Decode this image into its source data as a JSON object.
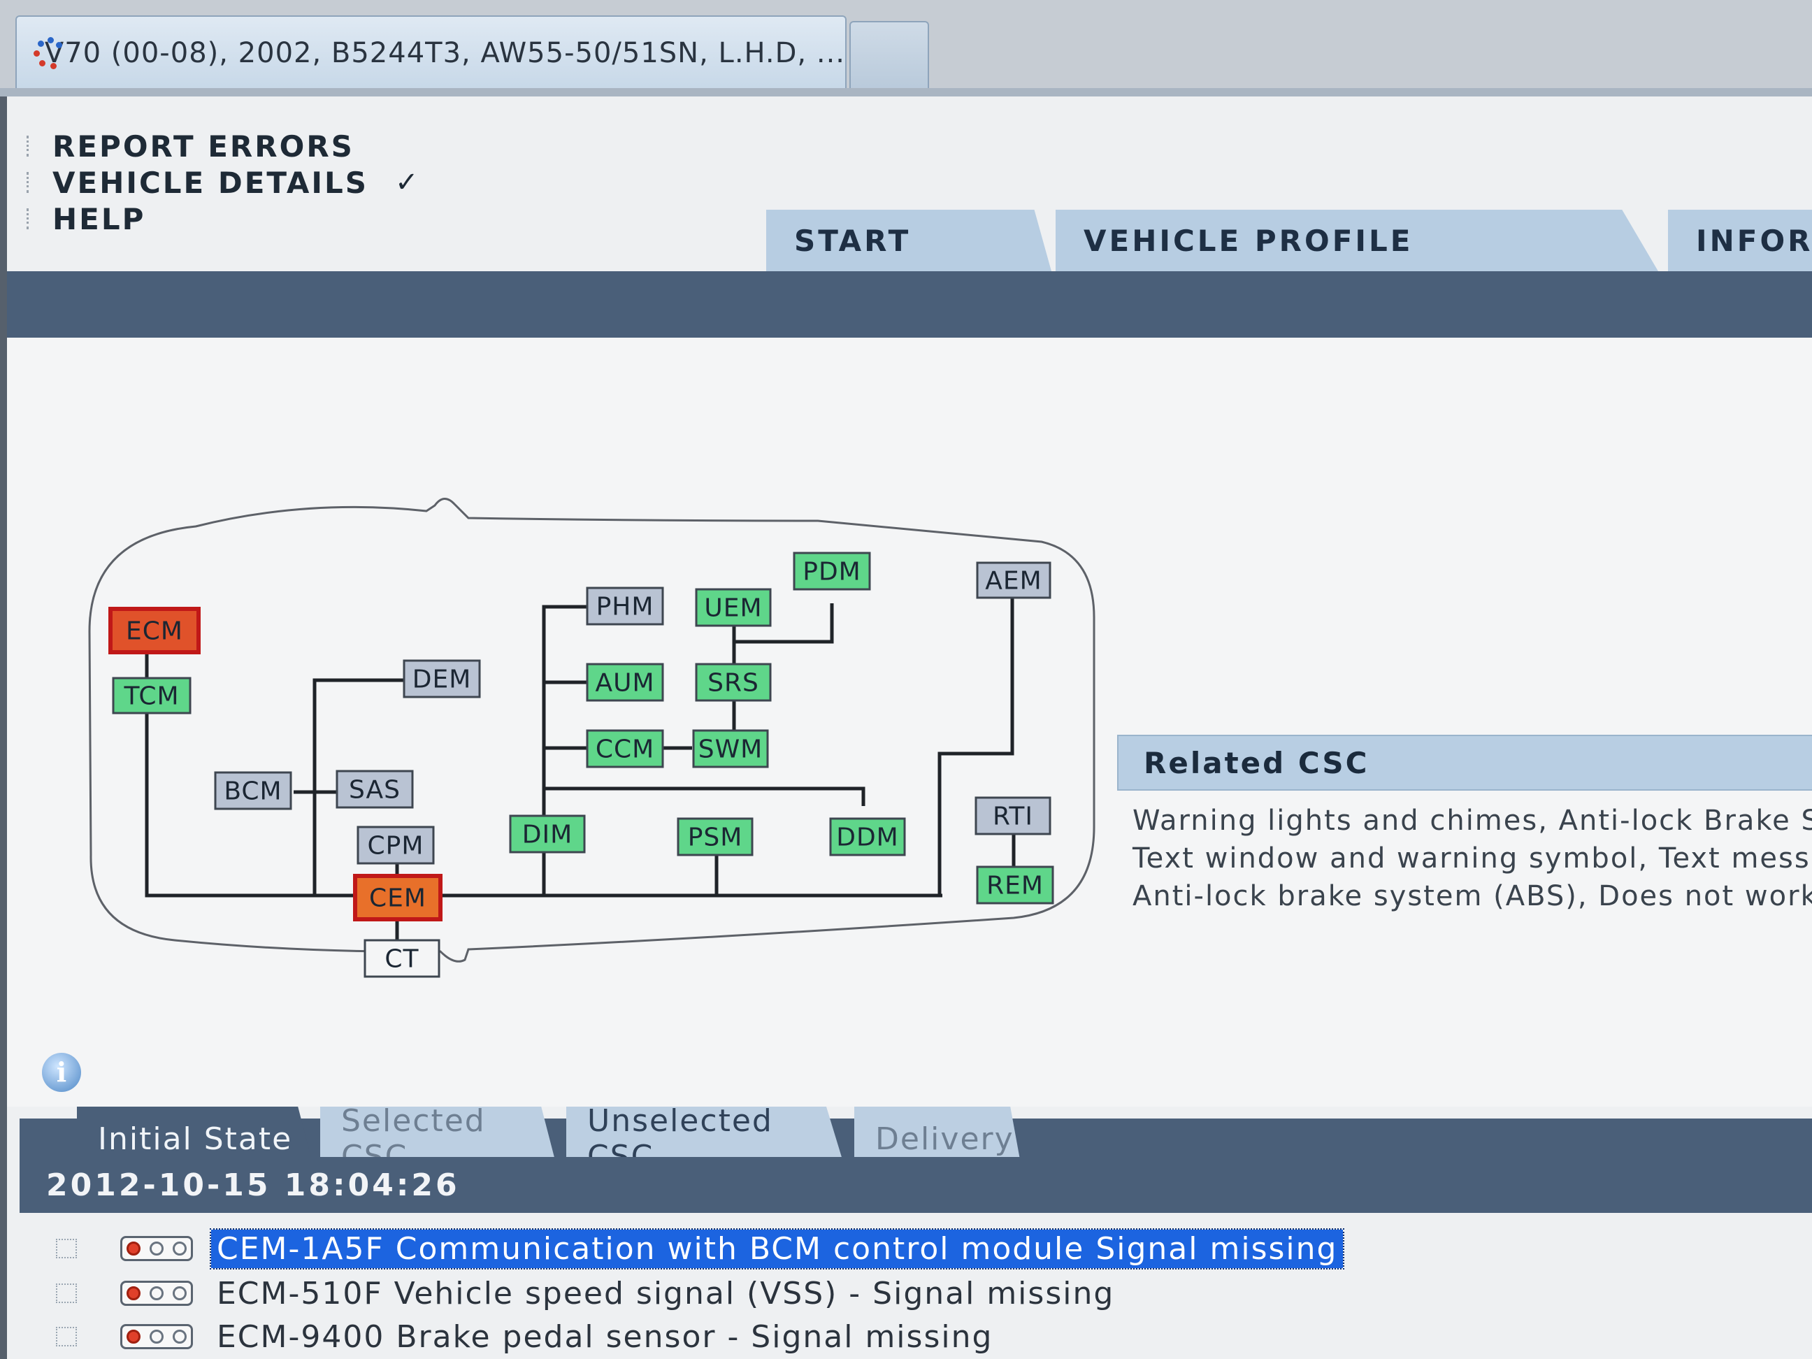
{
  "window": {
    "tab_title": "V70 (00-08), 2002, B5244T3, AW55-50/51SN, L.H.D, ..."
  },
  "top_menu": {
    "items": [
      {
        "label": "REPORT ERRORS"
      },
      {
        "label": "VEHICLE DETAILS",
        "checked": true,
        "check": "✓"
      },
      {
        "label": "HELP"
      }
    ]
  },
  "main_tabs": [
    {
      "label": "START"
    },
    {
      "label": "VEHICLE PROFILE"
    },
    {
      "label": "INFORM"
    }
  ],
  "network": {
    "modules": [
      {
        "name": "ECM",
        "status": "fault",
        "color": "#e0522a"
      },
      {
        "name": "TCM",
        "status": "ok",
        "color": "#5fd68a"
      },
      {
        "name": "DEM",
        "status": "not-present",
        "color": "#b9c3d3"
      },
      {
        "name": "BCM",
        "status": "not-present",
        "color": "#b9c3d3"
      },
      {
        "name": "SAS",
        "status": "not-present",
        "color": "#b9c3d3"
      },
      {
        "name": "CPM",
        "status": "not-present",
        "color": "#b9c3d3"
      },
      {
        "name": "CEM",
        "status": "fault",
        "color": "#e8702a"
      },
      {
        "name": "CT",
        "status": "connector",
        "color": "#f4f5f6"
      },
      {
        "name": "PHM",
        "status": "not-present",
        "color": "#b9c3d3"
      },
      {
        "name": "AUM",
        "status": "ok",
        "color": "#5fd68a"
      },
      {
        "name": "CCM",
        "status": "ok",
        "color": "#5fd68a"
      },
      {
        "name": "DIM",
        "status": "ok",
        "color": "#5fd68a"
      },
      {
        "name": "UEM",
        "status": "ok",
        "color": "#5fd68a"
      },
      {
        "name": "SRS",
        "status": "ok",
        "color": "#5fd68a"
      },
      {
        "name": "SWM",
        "status": "ok",
        "color": "#5fd68a"
      },
      {
        "name": "PDM",
        "status": "ok",
        "color": "#5fd68a"
      },
      {
        "name": "PSM",
        "status": "ok",
        "color": "#5fd68a"
      },
      {
        "name": "DDM",
        "status": "ok",
        "color": "#5fd68a"
      },
      {
        "name": "AEM",
        "status": "not-present",
        "color": "#b9c3d3"
      },
      {
        "name": "RTI",
        "status": "not-present",
        "color": "#b9c3d3"
      },
      {
        "name": "REM",
        "status": "ok",
        "color": "#5fd68a"
      }
    ]
  },
  "related_csc": {
    "header": "Related CSC",
    "lines": [
      "Warning lights and chimes, Anti-lock Brake S",
      "Text window and warning symbol, Text mess",
      "Anti-lock brake system (ABS), Does not work"
    ]
  },
  "info_icon": {
    "glyph": "i"
  },
  "bottom_tabs": [
    {
      "label": "Initial State",
      "active": true
    },
    {
      "label": "Selected CSC",
      "active": false
    },
    {
      "label": "Unselected CSC",
      "active": false
    },
    {
      "label": "Delivery",
      "active": false
    }
  ],
  "session": {
    "timestamp": "2012-10-15 18:04:26"
  },
  "dtcs": [
    {
      "text": "CEM-1A5F Communication with BCM control module Signal missing",
      "selected": true
    },
    {
      "text": "ECM-510F Vehicle speed signal (VSS) - Signal missing",
      "selected": false
    },
    {
      "text": "ECM-9400 Brake pedal sensor - Signal missing",
      "selected": false
    }
  ],
  "colors": {
    "nav_band": "#4a5f79",
    "tab_bg": "#b7cde2",
    "module_ok": "#5fd68a",
    "module_fault": "#e0522a",
    "module_absent": "#b9c3d3",
    "selection": "#1c64e0"
  }
}
